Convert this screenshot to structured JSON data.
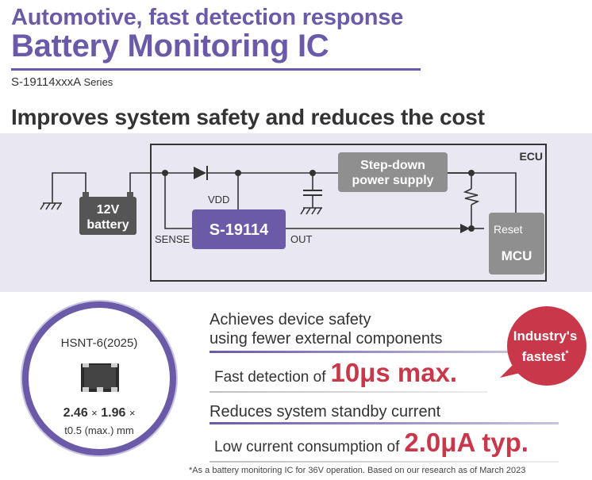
{
  "header": {
    "title_line1": "Automotive, fast detection response",
    "title_line2": "Battery Monitoring IC",
    "series_code": "S-19114xxxA",
    "series_suffix": "Series",
    "headline": "Improves system safety and reduces the cost"
  },
  "diagram": {
    "ecu_label": "ECU",
    "battery_line1": "12V",
    "battery_line2": "battery",
    "ic_label": "S-19114",
    "vdd_label": "VDD",
    "sense_label": "SENSE",
    "out_label": "OUT",
    "regulator_line1": "Step-down",
    "regulator_line2": "power supply",
    "mcu_reset_label": "Reset",
    "mcu_label": "MCU",
    "colors": {
      "band": "#e9e7f2",
      "ic": "#6a5aa8",
      "block": "#8f8f8f",
      "battery": "#555555"
    }
  },
  "package": {
    "name": "HSNT-6(2025)",
    "dim_a": "2.46",
    "times1": "×",
    "dim_b": "1.96",
    "times2": "×",
    "dim_c": "t0.5 (max.) mm"
  },
  "features": {
    "f1_line1": "Achieves device safety",
    "f1_line2": "using fewer external components",
    "f1_lead": "Fast detection of",
    "f1_value": "10μs max.",
    "f2_line1": "Reduces system standby current",
    "f2_lead": "Low current consumption of",
    "f2_value": "2.0μA typ."
  },
  "badge": {
    "line1": "Industry's",
    "line2": "fastest",
    "mark": "*",
    "color": "#c8374a"
  },
  "footnote": "*As a battery monitoring IC for 36V operation. Based on our research as of March 2023",
  "colors": {
    "accent": "#6a5aa8",
    "highlight": "#c8374a"
  }
}
